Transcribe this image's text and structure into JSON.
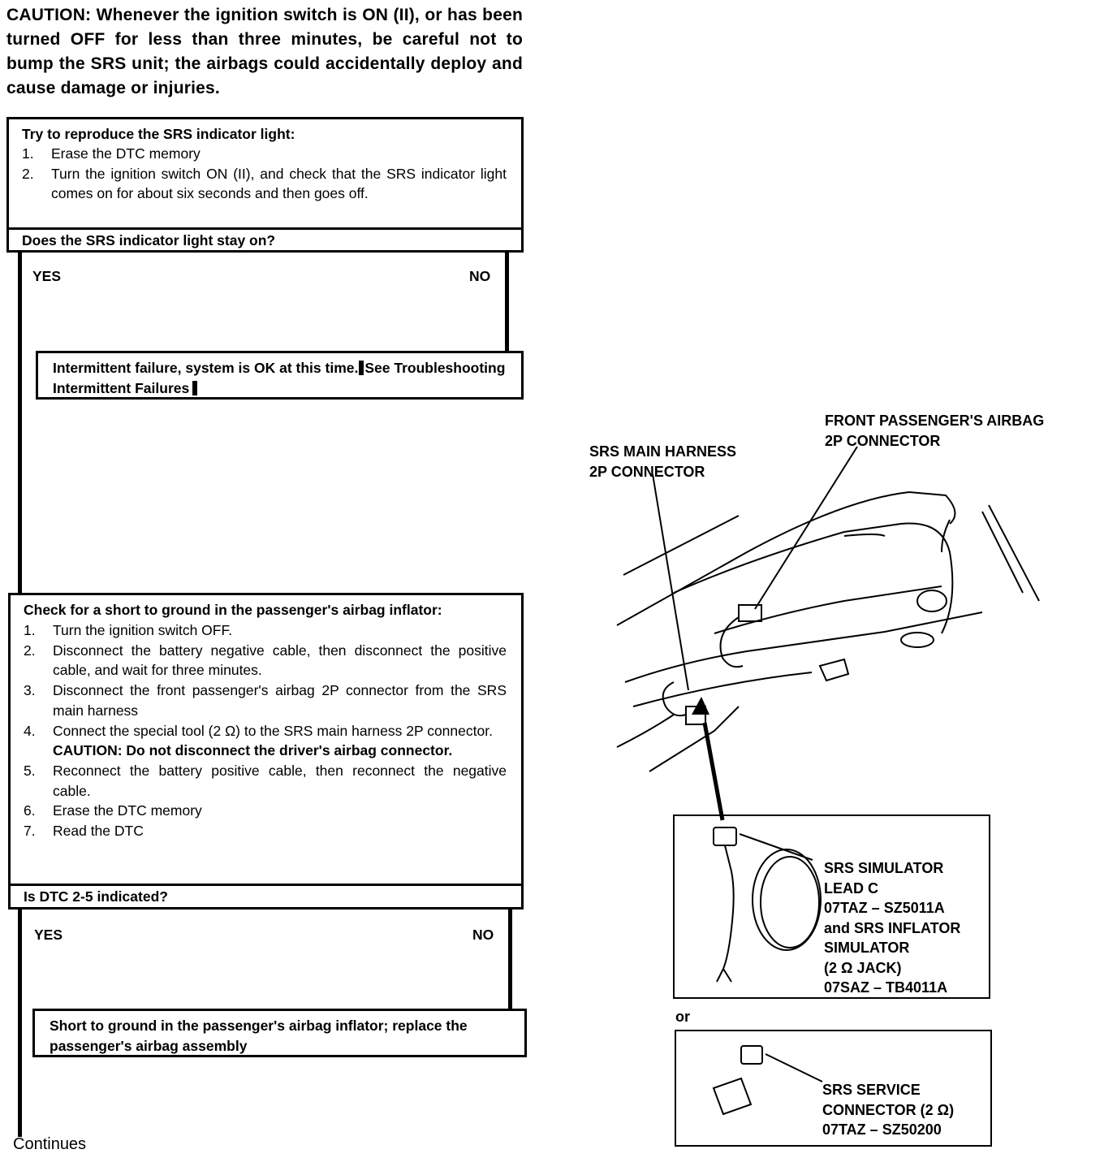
{
  "caution": "CAUTION: Whenever the ignition switch is ON (II), or has been turned OFF for less than three minutes, be careful not to bump the SRS unit; the airbags could accidentally deploy and cause damage or injuries.",
  "step1": {
    "title": "Try to reproduce the SRS indicator light:",
    "items": [
      {
        "n": "1.",
        "text": "Erase the DTC memory"
      },
      {
        "n": "2.",
        "text": "Turn the ignition switch ON (II), and check that the SRS indicator light comes on for about six seconds and then goes off."
      }
    ],
    "question": "Does the SRS indicator light stay on?",
    "yes": "YES",
    "no": "NO",
    "no_result_a": "Intermittent failure, system is OK at this time.",
    "no_result_b": "See Troubleshooting Intermittent Failures"
  },
  "step2": {
    "title": "Check for a short to ground in the passenger's airbag inflator:",
    "items": [
      {
        "n": "1.",
        "text": "Turn the ignition switch OFF."
      },
      {
        "n": "2.",
        "text": "Disconnect the battery negative cable, then disconnect the positive cable, and wait for three minutes."
      },
      {
        "n": "3.",
        "text": "Disconnect the front passenger's airbag 2P connector from the SRS main harness"
      },
      {
        "n": "4.",
        "text": "Connect the special tool (2 Ω) to the SRS main harness 2P connector."
      },
      {
        "n": "5.",
        "text": "Reconnect the battery positive cable, then reconnect the negative cable."
      },
      {
        "n": "6.",
        "text": "Erase the DTC memory"
      },
      {
        "n": "7.",
        "text": "Read the DTC"
      }
    ],
    "caution4": "CAUTION: Do not disconnect the driver's airbag connector.",
    "question": "Is DTC 2-5 indicated?",
    "yes": "YES",
    "no": "NO",
    "yes_result": "Short to ground in the passenger's airbag inflator; replace the passenger's airbag assembly"
  },
  "continues": "Continues",
  "figure": {
    "label_front": "FRONT PASSENGER'S AIRBAG\n2P CONNECTOR",
    "label_main": "SRS MAIN HARNESS\n2P CONNECTOR",
    "label_simulator": "SRS SIMULATOR\nLEAD C\n07TAZ – SZ5011A\nand SRS INFLATOR\nSIMULATOR\n(2 Ω JACK)\n07SAZ – TB4011A",
    "or": "or",
    "label_service": "SRS SERVICE\nCONNECTOR (2 Ω)\n07TAZ – SZ50200"
  }
}
